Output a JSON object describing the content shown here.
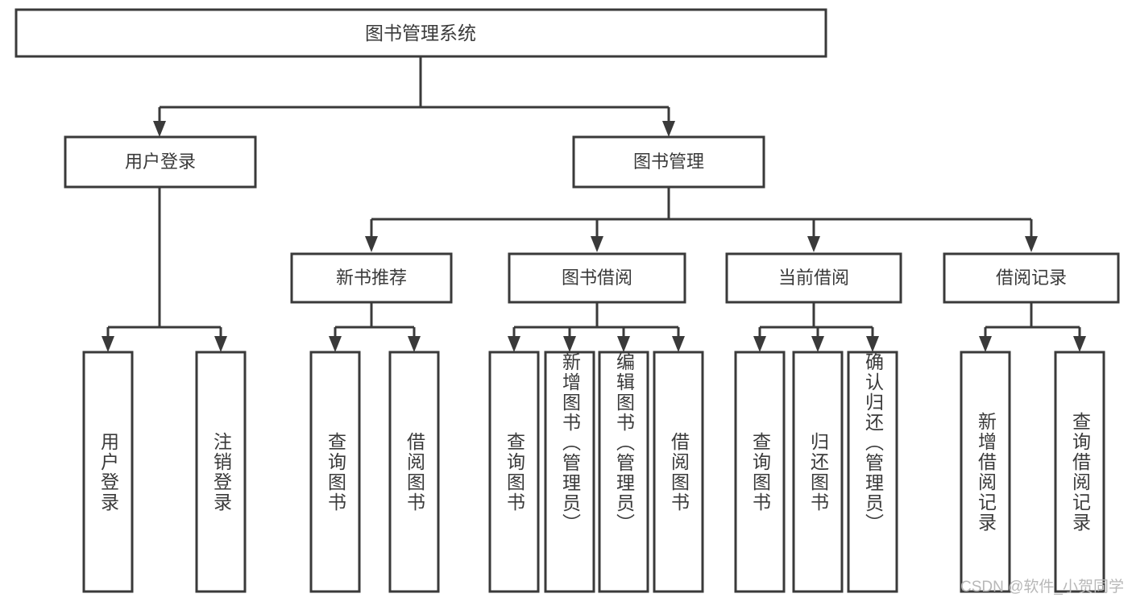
{
  "diagram": {
    "type": "tree",
    "title": "图书管理系统",
    "root": {
      "label": "图书管理系统",
      "children": [
        {
          "label": "用户登录",
          "children": [
            {
              "label": "用户登录"
            },
            {
              "label": "注销登录"
            }
          ]
        },
        {
          "label": "图书管理",
          "children": [
            {
              "label": "新书推荐",
              "children": [
                {
                  "label": "查询图书"
                },
                {
                  "label": "借阅图书"
                }
              ]
            },
            {
              "label": "图书借阅",
              "children": [
                {
                  "label": "查询图书"
                },
                {
                  "label": "新增图书（管理员）"
                },
                {
                  "label": "编辑图书（管理员）"
                },
                {
                  "label": "借阅图书"
                }
              ]
            },
            {
              "label": "当前借阅",
              "children": [
                {
                  "label": "查询图书"
                },
                {
                  "label": "归还图书"
                },
                {
                  "label": "确认归还（管理员）"
                }
              ]
            },
            {
              "label": "借阅记录",
              "children": [
                {
                  "label": "新增借阅记录"
                },
                {
                  "label": "查询借阅记录"
                }
              ]
            }
          ]
        }
      ]
    },
    "nodes": {
      "root": "图书管理系统",
      "l2_user_login": "用户登录",
      "l2_book_manage": "图书管理",
      "l3_new_book": "新书推荐",
      "l3_borrow": "图书借阅",
      "l3_current": "当前借阅",
      "l3_records": "借阅记录",
      "leaf_user_login": "用户登录",
      "leaf_logout": "注销登录",
      "leaf_nb_query": "查询图书",
      "leaf_nb_borrow": "借阅图书",
      "leaf_bb_query": "查询图书",
      "leaf_bb_add": "新增图书（管理员）",
      "leaf_bb_edit": "编辑图书（管理员）",
      "leaf_bb_borrow": "借阅图书",
      "leaf_cb_query": "查询图书",
      "leaf_cb_return": "归还图书",
      "leaf_cb_confirm": "确认归还（管理员）",
      "leaf_br_add": "新增借阅记录",
      "leaf_br_query": "查询借阅记录"
    },
    "colors": {
      "box_border": "#3a3a3a",
      "box_fill": "#ffffff",
      "text": "#3a3a3a",
      "background": "#ffffff",
      "watermark": "#b8b8b8"
    }
  },
  "watermark": {
    "text": "CSDN @软件_小贺同学"
  }
}
